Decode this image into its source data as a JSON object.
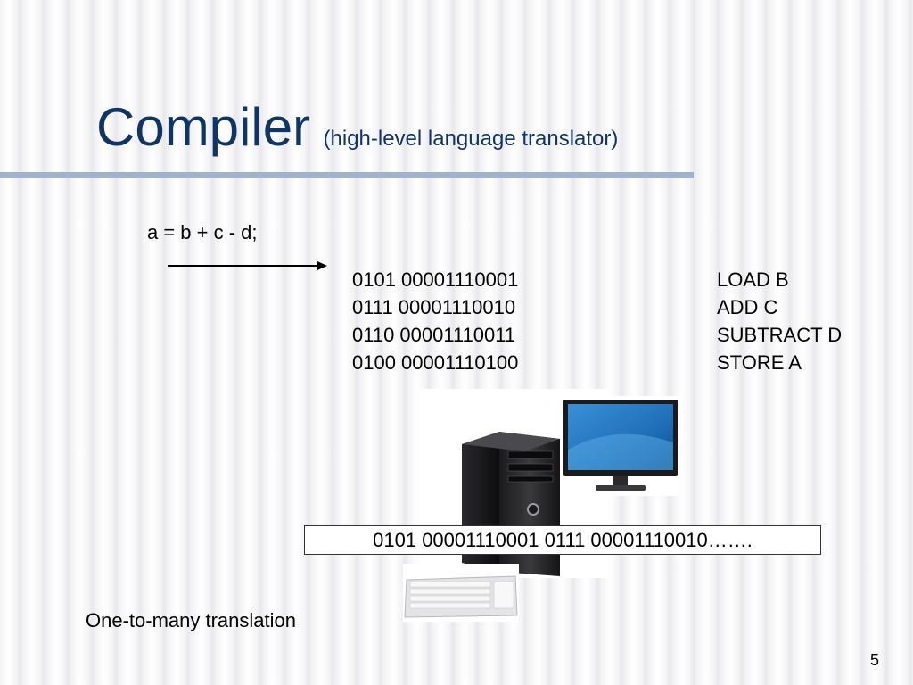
{
  "title": "Compiler",
  "subtitle": "(high-level language translator)",
  "source_code": "a = b + c - d;",
  "machine_code": [
    "0101 00001110001",
    "0111 00001110010",
    "0110 00001110011",
    "0100 00001110100"
  ],
  "assembly": [
    "LOAD B",
    "ADD C",
    "SUBTRACT D",
    "STORE A"
  ],
  "binary_stream": "0101 00001110001 0111 00001110010…….",
  "note": "One-to-many translation",
  "page_number": "5",
  "colors": {
    "title": "#0f3466",
    "rule": "#9fb3cc"
  }
}
